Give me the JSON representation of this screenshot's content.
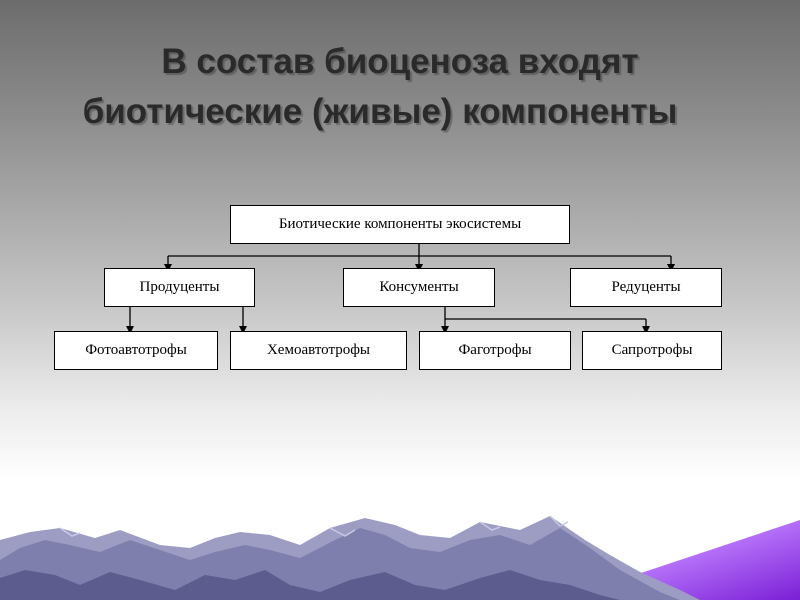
{
  "title": {
    "line1": "В состав биоценоза входят",
    "line2": "биотические (живые) компоненты"
  },
  "diagram": {
    "root": "Биотические компоненты экосистемы",
    "level1": [
      "Продуценты",
      "Консументы",
      "Редуценты"
    ],
    "level2": [
      "Фотоавтотрофы",
      "Хемоавтотрофы",
      "Фаготрофы",
      "Сапротрофы"
    ]
  },
  "colors": {
    "mountain_dark": "#5c5c8e",
    "mountain_light": "#9d9dc4",
    "accent_stripe": "#8a2be2"
  }
}
